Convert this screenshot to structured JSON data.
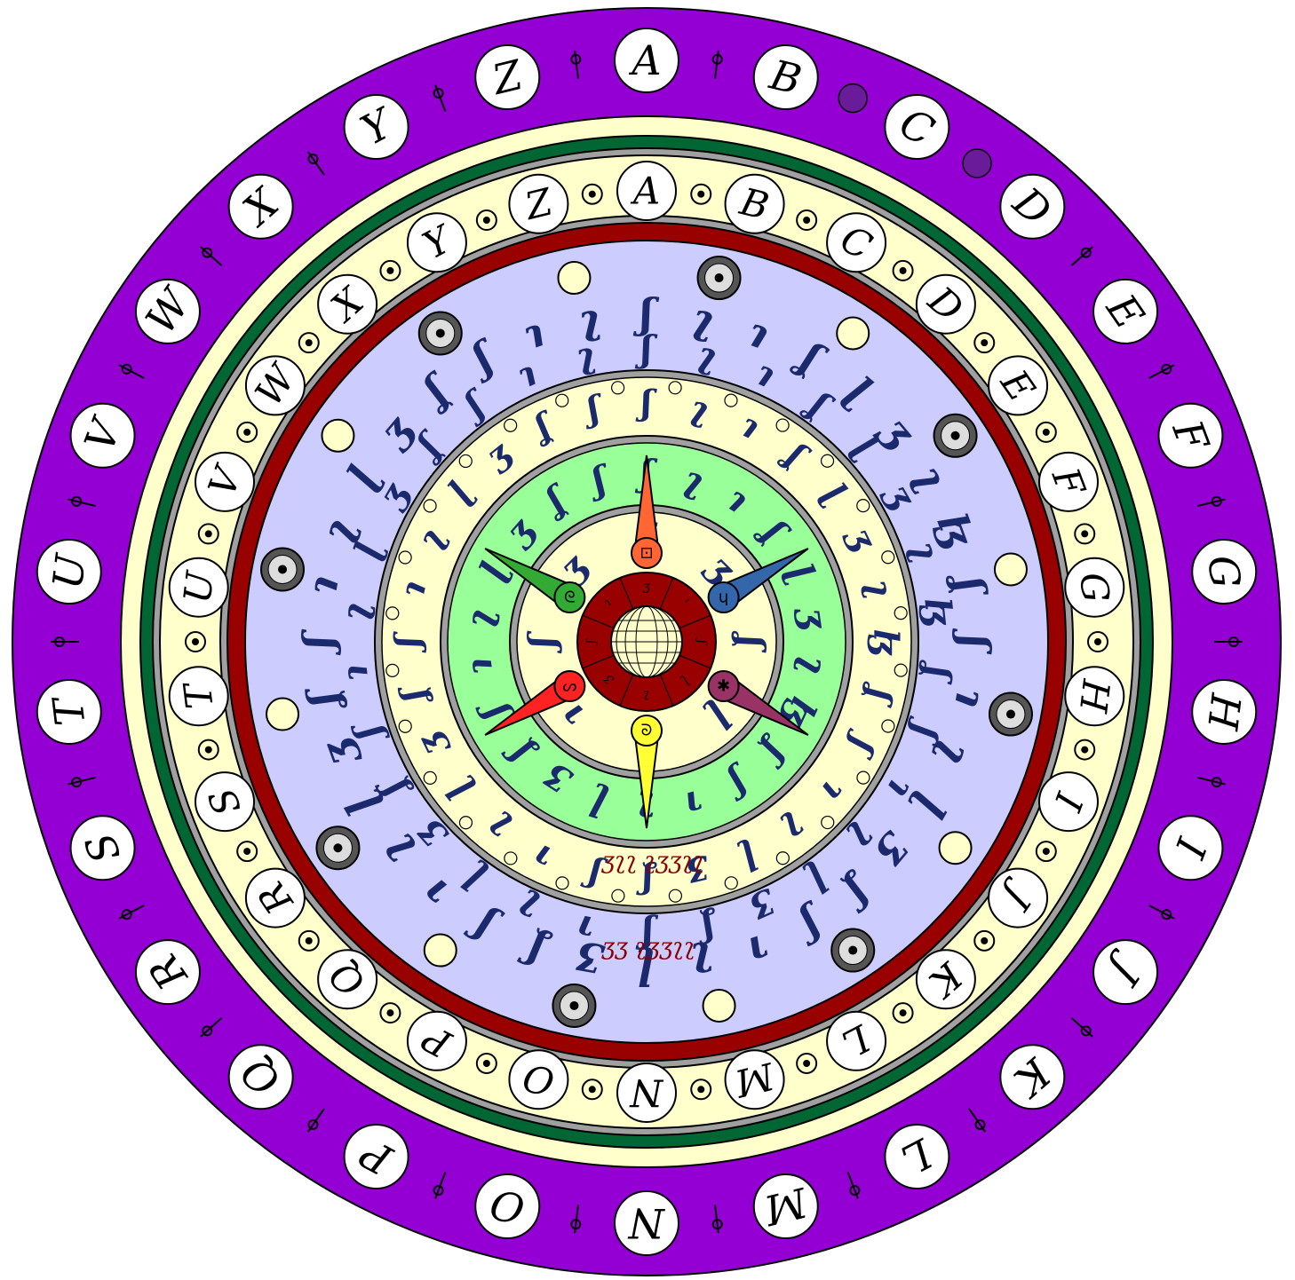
{
  "colors": {
    "outer_ring": "#9400D3",
    "band_cream": "#FFFFCC",
    "band_green": "#006633",
    "band_gray": "#A0A0A0",
    "band_red": "#990000",
    "lavender": "#CCCCFF",
    "mint": "#99FF99",
    "script_blue": "#1A2A6C",
    "script_red": "#8B0000",
    "center_red": "#990000"
  },
  "outer_ring": {
    "letters": [
      "A",
      "B",
      "C",
      "D",
      "E",
      "F",
      "G",
      "H",
      "I",
      "J",
      "K",
      "L",
      "M",
      "N",
      "O",
      "P",
      "Q",
      "R",
      "S",
      "T",
      "U",
      "V",
      "W",
      "X",
      "Y",
      "Z"
    ],
    "between_icons": [
      "sigil-icon",
      "star-medallion-icon",
      "star-medallion-icon",
      "sigil-icon",
      "sigil-icon",
      "sigil-icon",
      "sigil-icon",
      "sigil-icon",
      "sigil-icon",
      "sigil-icon",
      "sigil-icon",
      "sigil-icon",
      "sigil-icon",
      "sigil-icon",
      "sigil-icon",
      "sigil-icon",
      "sigil-icon",
      "sigil-icon",
      "sigil-icon",
      "sigil-icon",
      "sigil-icon",
      "sigil-icon",
      "sigil-icon",
      "sigil-icon",
      "sigil-icon",
      "sigil-icon"
    ]
  },
  "inner_ring": {
    "letters": [
      "A",
      "B",
      "C",
      "D",
      "E",
      "F",
      "G",
      "H",
      "I",
      "J",
      "K",
      "L",
      "M",
      "N",
      "O",
      "P",
      "Q",
      "R",
      "S",
      "T",
      "U",
      "V",
      "W",
      "X",
      "Y",
      "Z"
    ],
    "between_icons": [
      "scribble-icon",
      "scribble-icon",
      "winged-sun-icon",
      "astro-symbol-icon",
      "cross-icon",
      "paw-icon",
      "spiral-icon",
      "triskelion-icon",
      "hexagon-network-icon",
      "sun-ring-icon",
      "astro-symbol-icon",
      "whale-icon",
      "astro-symbol-icon",
      "astro-symbol-icon",
      "dragon-icon",
      "wave-icon",
      "star-cross-icon",
      "astro-symbol-icon",
      "astro-symbol-icon",
      "astro-symbol-icon",
      "ornament-icon",
      "snail-icon",
      "bird-icon",
      "astro-symbol-icon",
      "astro-symbol-icon",
      "astro-symbol-icon"
    ]
  },
  "rune_script": {
    "outer_glyphs": [
      "ʃ",
      "ʅ",
      "ɿ",
      "ʆ",
      "ɭ",
      "ʒ",
      "ʅ",
      "ɮ",
      "ʆ",
      "ʃ",
      "ɿ",
      "ʅ",
      "ɭ",
      "ʒ",
      "ʆ",
      "ʃ",
      "ɿ",
      "ʅ",
      "ɭ",
      "ʒ",
      "ʆ",
      "ʃ",
      "ɿ",
      "ʅ",
      "ɭ",
      "ʒ",
      "ʆ",
      "ʃ",
      "ɿ",
      "ʅ",
      "ɭ",
      "ʒ",
      "ʆ",
      "ʃ",
      "ɿ",
      "ʅ"
    ],
    "middle_glyphs": [
      "ʃ",
      "ʅ",
      "ɿ",
      "ʆ",
      "ɭ",
      "ʒ",
      "ʅ",
      "ɮ",
      "ʆ",
      "ʃ",
      "ɿ",
      "ʅ",
      "ɭ",
      "ʒ",
      "ʆ",
      "ʃ",
      "ɿ",
      "ʅ",
      "ɭ",
      "ʒ",
      "ʆ",
      "ʃ",
      "ɿ",
      "ʅ",
      "ɭ",
      "ʒ",
      "ʆ",
      "ʃ"
    ],
    "inner_glyphs": [
      "ʃ",
      "ʅ",
      "ɿ",
      "ʆ",
      "ɭ",
      "ʒ",
      "ʅ",
      "ɮ",
      "ʆ",
      "ʃ",
      "ɿ",
      "ʅ",
      "ɭ",
      "ʒ",
      "ʆ",
      "ʃ",
      "ɿ",
      "ʅ",
      "ɭ",
      "ʒ",
      "ʆ",
      "ʃ"
    ],
    "core_glyphs": [
      "ʃ",
      "ʒ",
      "ʆ",
      "ɭ",
      "ʅ",
      "ɿ",
      "ʃ",
      "ʒ"
    ],
    "red_inscription_top": "ʒʅʅ ʅʒʒʅʅ",
    "red_inscription_bottom": "ʒʒ ʅʒʒʅʅ"
  },
  "compass": {
    "points": [
      {
        "name": "north",
        "color": "#FF6633",
        "symbol": "⊡"
      },
      {
        "name": "northeast",
        "color": "#3366AA",
        "symbol": "ɥ"
      },
      {
        "name": "southeast",
        "color": "#993366",
        "symbol": "✱"
      },
      {
        "name": "south",
        "color": "#FFFF33",
        "symbol": "ᘐ"
      },
      {
        "name": "southwest",
        "color": "#FF2222",
        "symbol": "ᔕ"
      },
      {
        "name": "northwest",
        "color": "#33AA33",
        "symbol": "ᘓ"
      }
    ],
    "center_sectors": [
      "ʒ",
      "ᵗ",
      "ʃ",
      "ɭ",
      "ʅ",
      "ʒ",
      "ʃ",
      "ɿ"
    ]
  }
}
